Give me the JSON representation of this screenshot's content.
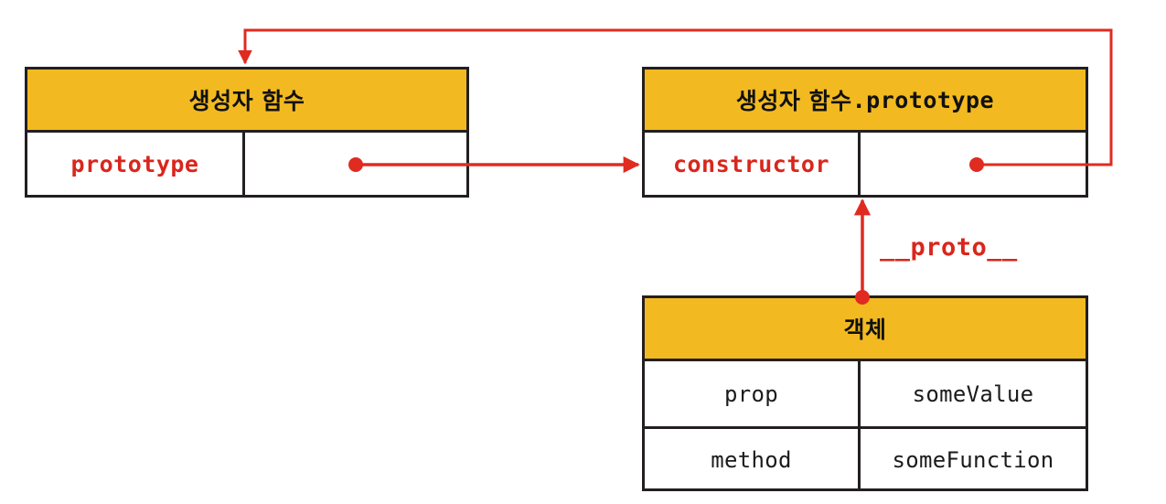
{
  "diagram": {
    "title": "JavaScript prototype chain diagram",
    "colors": {
      "header_fill": "#F2BA20",
      "border": "#231f20",
      "accent_red": "#D9261C",
      "text": "#1b1b1b",
      "background": "#ffffff"
    },
    "nodes": {
      "constructor_function": {
        "header": "생성자 함수",
        "rows": [
          {
            "key": "prototype",
            "value": ""
          }
        ]
      },
      "prototype_object": {
        "header_korean": "생성자 함수",
        "header_suffix": ".prototype",
        "header": "생성자 함수.prototype",
        "rows": [
          {
            "key": "constructor",
            "value": ""
          }
        ]
      },
      "object_instance": {
        "header": "객체",
        "rows": [
          {
            "key": "prop",
            "value": "someValue"
          },
          {
            "key": "method",
            "value": "someFunction"
          }
        ]
      }
    },
    "connectors": [
      {
        "name": "prototype-to-prototype-object",
        "label": "",
        "from": "constructor_function.prototype",
        "to": "prototype_object"
      },
      {
        "name": "constructor-back-to-constructor-function",
        "label": "",
        "from": "prototype_object.constructor",
        "to": "constructor_function"
      },
      {
        "name": "object-proto-to-prototype-object",
        "label": "__proto__",
        "from": "object_instance",
        "to": "prototype_object.constructor"
      }
    ],
    "proto_label": "__proto__"
  }
}
